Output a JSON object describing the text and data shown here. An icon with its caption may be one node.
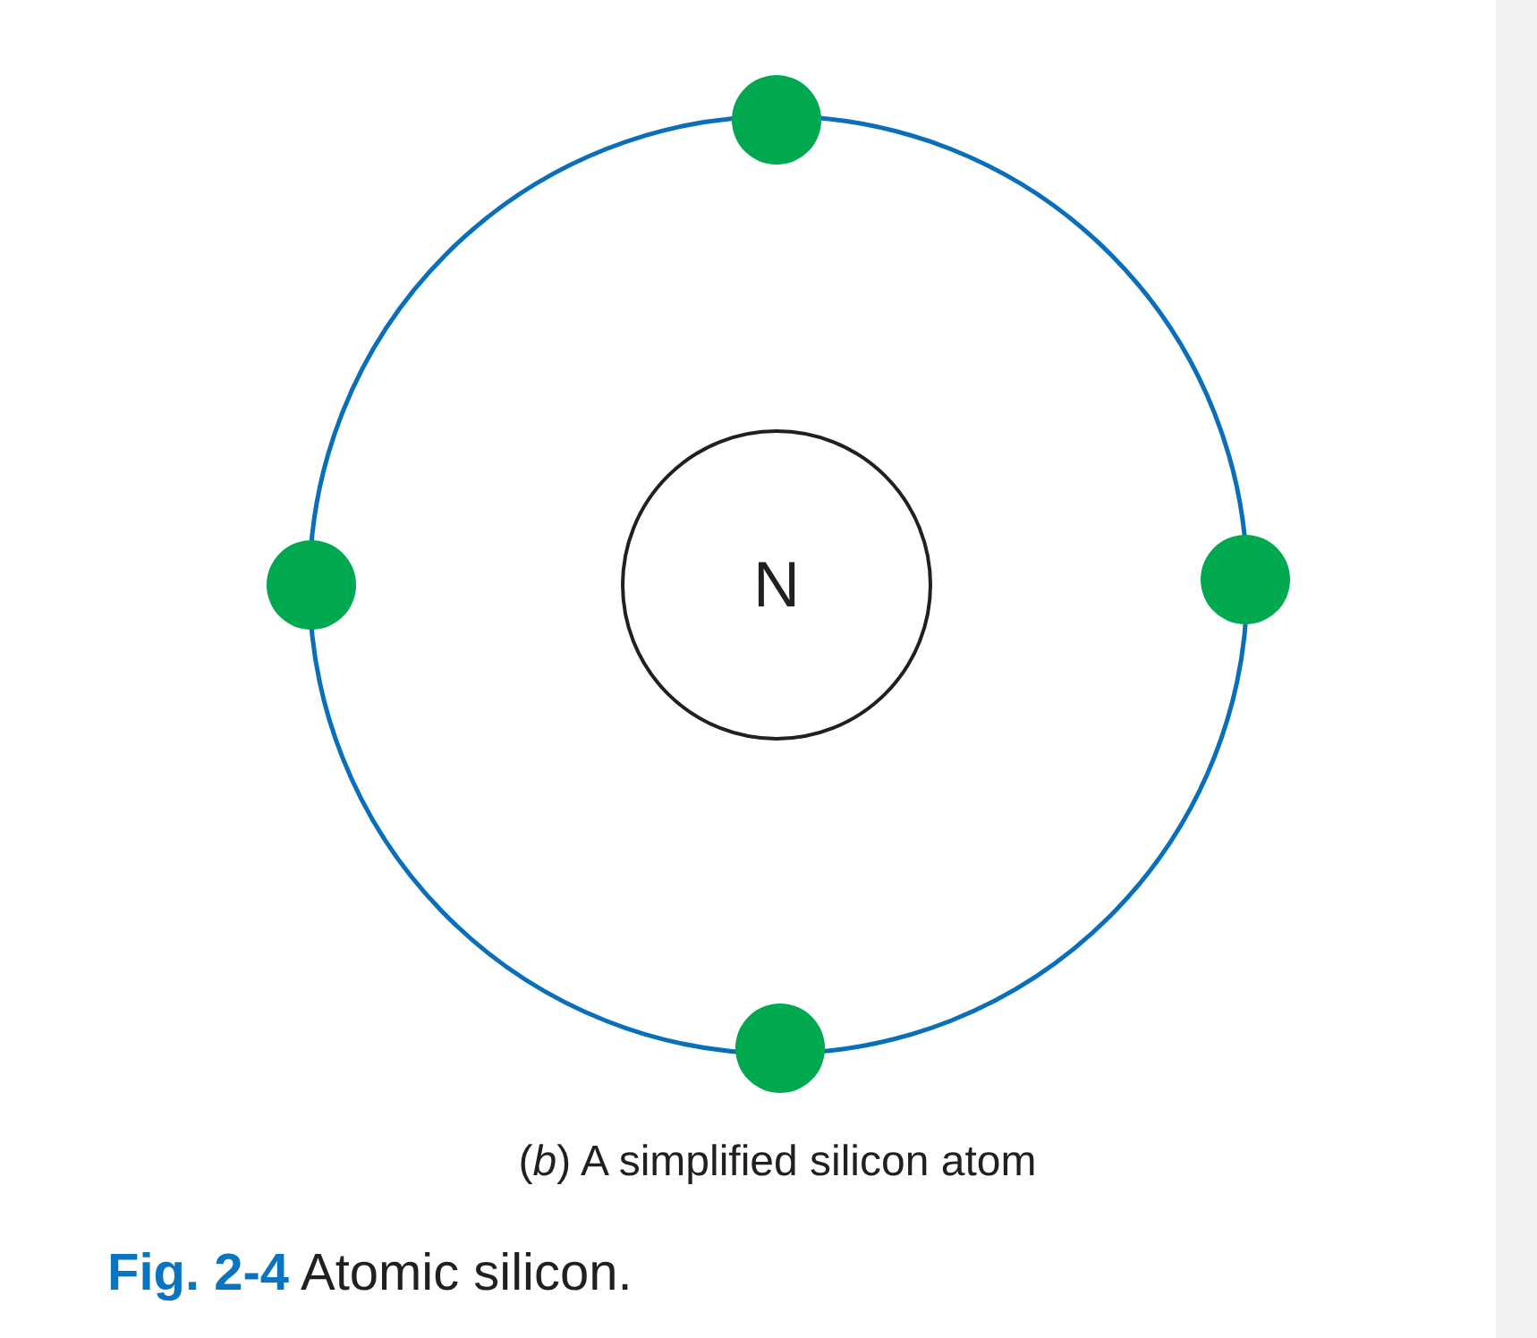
{
  "diagram": {
    "caption": "**Fig. 2-4** Atomic silicon.",
    "nodes": [
      {
        "text": [
          "N"
        ]
      }
    ],
    "labels": [
      "(*b*) A simplified silicon atom"
    ]
  }
}
